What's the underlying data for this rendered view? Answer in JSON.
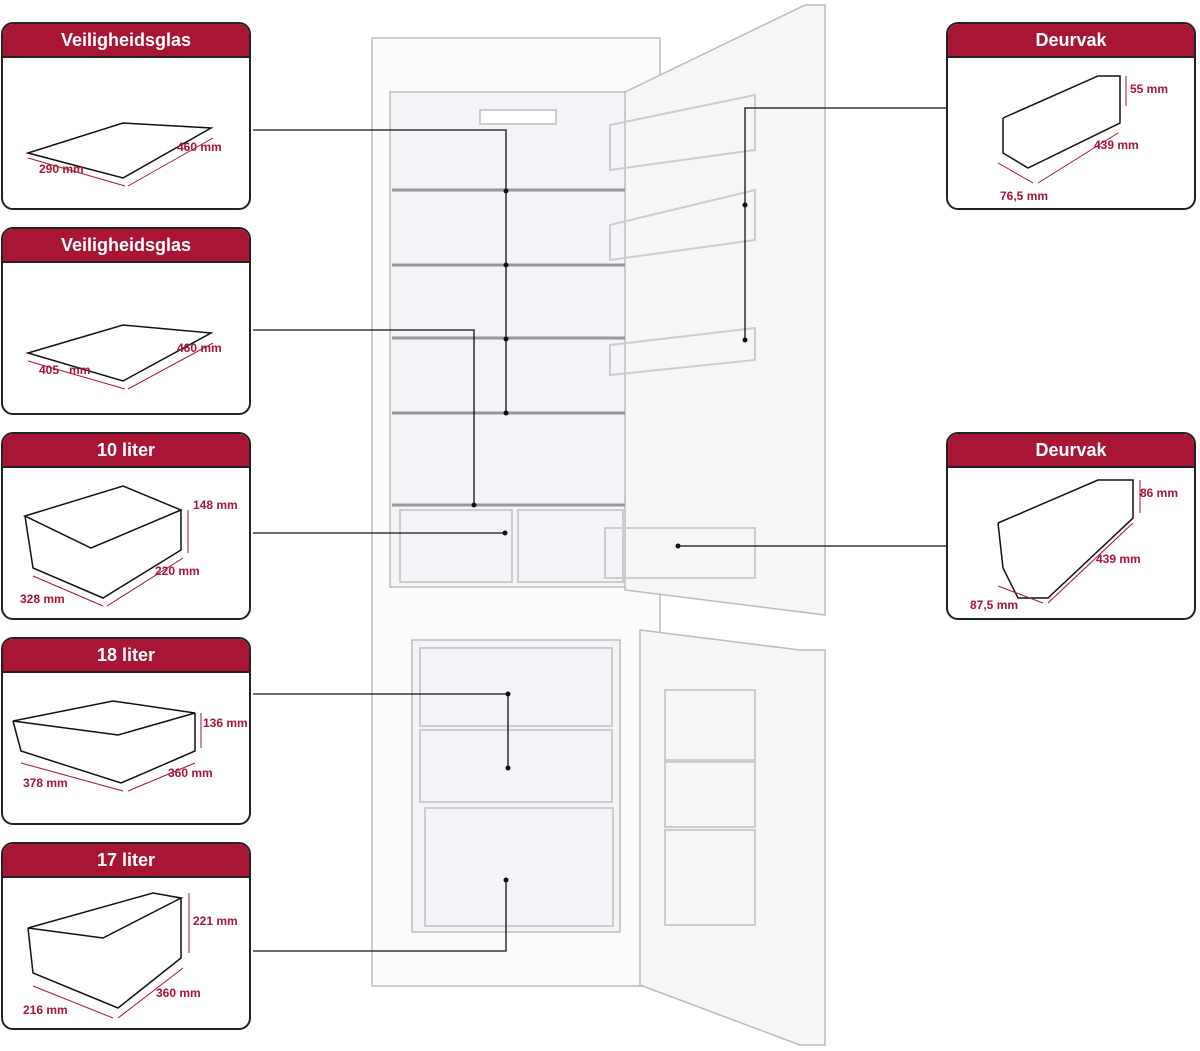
{
  "left_cards": [
    {
      "title": "Veiligheidsglas",
      "dims": [
        "290 mm",
        "460 mm"
      ]
    },
    {
      "title": "Veiligheidsglas",
      "dims": [
        "405   mm",
        "460 mm"
      ]
    },
    {
      "title": "10 liter",
      "dims": [
        "148 mm",
        "220 mm",
        "328 mm"
      ]
    },
    {
      "title": "18 liter",
      "dims": [
        "136 mm",
        "360 mm",
        "378 mm"
      ]
    },
    {
      "title": "17 liter",
      "dims": [
        "221 mm",
        "360 mm",
        "216 mm"
      ]
    }
  ],
  "right_cards": [
    {
      "title": "Deurvak",
      "dims": [
        "55 mm",
        "439 mm",
        "76,5 mm"
      ]
    },
    {
      "title": "Deurvak",
      "dims": [
        "86 mm",
        "439 mm",
        "87,5 mm"
      ]
    }
  ],
  "colors": {
    "accent": "#a81535"
  }
}
